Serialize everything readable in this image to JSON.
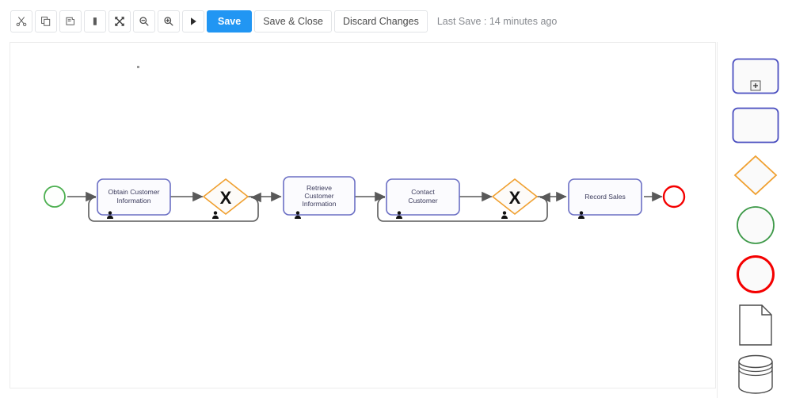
{
  "toolbar": {
    "icon_buttons": [
      {
        "name": "cut-icon",
        "label": "Cut"
      },
      {
        "name": "copy-icon",
        "label": "Copy"
      },
      {
        "name": "paste-icon",
        "label": "Paste"
      },
      {
        "name": "delete-icon",
        "label": "Delete"
      },
      {
        "name": "fullscreen-icon",
        "label": "Fit to screen"
      },
      {
        "name": "zoom-out-icon",
        "label": "Zoom out"
      },
      {
        "name": "zoom-in-icon",
        "label": "Zoom in"
      },
      {
        "name": "play-icon",
        "label": "Run"
      }
    ],
    "save_label": "Save",
    "save_close_label": "Save & Close",
    "discard_label": "Discard Changes",
    "last_save": "Last Save : 14 minutes ago",
    "primary_color": "#2196f3"
  },
  "diagram": {
    "type": "bpmn-process",
    "start_event": {
      "name": "start-event",
      "stroke": "#4caf50"
    },
    "end_event": {
      "name": "end-event",
      "stroke": "#f40000"
    },
    "tasks": [
      {
        "name": "task-obtain-customer-information",
        "label": "Obtain Customer\nInformation",
        "line1": "Obtain Customer",
        "line2": "Information"
      },
      {
        "name": "task-retrieve-customer-information",
        "label": "Retrieve Customer Information",
        "line1": "Retrieve",
        "line2": "Customer",
        "line3": "Information"
      },
      {
        "name": "task-contact-customer",
        "label": "Contact Customer",
        "line1": "Contact",
        "line2": "Customer"
      },
      {
        "name": "task-record-sales",
        "label": "Record Sales",
        "line1": "Record Sales"
      }
    ],
    "gateways": [
      {
        "name": "exclusive-gateway-1",
        "symbol": "X"
      },
      {
        "name": "exclusive-gateway-2",
        "symbol": "X"
      }
    ],
    "colors": {
      "task_stroke": "#6b6fc4",
      "task_fill": "#fbfbfe",
      "gateway_stroke": "#f0a030",
      "gateway_fill": "#fdfbf8",
      "connector": "#595959",
      "task_text": "#3b3b5c"
    }
  },
  "palette": {
    "items": [
      {
        "name": "palette-subprocess-shape",
        "label": "Sub-process"
      },
      {
        "name": "palette-task-shape",
        "label": "Task"
      },
      {
        "name": "palette-gateway-shape",
        "label": "Gateway"
      },
      {
        "name": "palette-start-event-shape",
        "label": "Start Event"
      },
      {
        "name": "palette-end-event-shape",
        "label": "End Event"
      },
      {
        "name": "palette-data-object-shape",
        "label": "Data Object"
      },
      {
        "name": "palette-data-store-shape",
        "label": "Data Store"
      }
    ]
  }
}
